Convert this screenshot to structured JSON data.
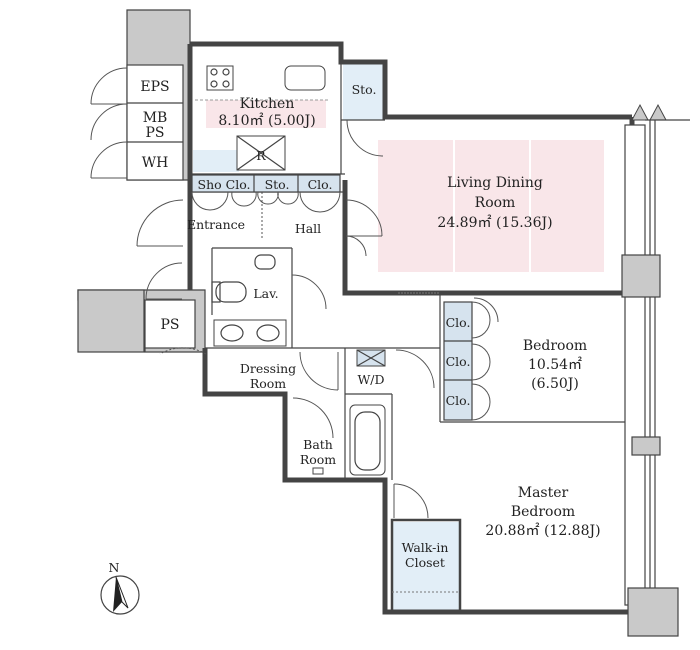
{
  "floorplan": {
    "rooms": {
      "eps": "EPS",
      "mbps_line1": "MB",
      "mbps_line2": "PS",
      "wh": "WH",
      "ps": "PS",
      "kitchen": "Kitchen",
      "kitchen_area": "8.10㎡ (5.00J)",
      "refrigerator": "R",
      "storage_top": "Sto.",
      "shoe_closet": "Sho Clo.",
      "storage_entrance": "Sto.",
      "closet_entrance": "Clo.",
      "entrance": "Entrance",
      "hall": "Hall",
      "ldr_line1": "Living Dining",
      "ldr_line2": "Room",
      "ldr_area": "24.89㎡ (15.36J)",
      "lavatory": "Lav.",
      "bedroom": "Bedroom",
      "bedroom_area": "10.54㎡",
      "bedroom_jo": "(6.50J)",
      "bedroom_closets": [
        "Clo.",
        "Clo.",
        "Clo."
      ],
      "dressing_line1": "Dressing",
      "dressing_line2": "Room",
      "washer_dryer": "W/D",
      "bath_line1": "Bath",
      "bath_line2": "Room",
      "master_line1": "Master",
      "master_line2": "Bedroom",
      "master_area": "20.88㎡ (12.88J)",
      "walkin_line1": "Walk-in",
      "walkin_line2": "Closet"
    },
    "compass": "N",
    "colors": {
      "wall": "#c9c9c9",
      "pink_zone": "#f9e6e9",
      "blue_zone": "#e2eef7",
      "closet_fill": "#d6e3ee"
    }
  }
}
